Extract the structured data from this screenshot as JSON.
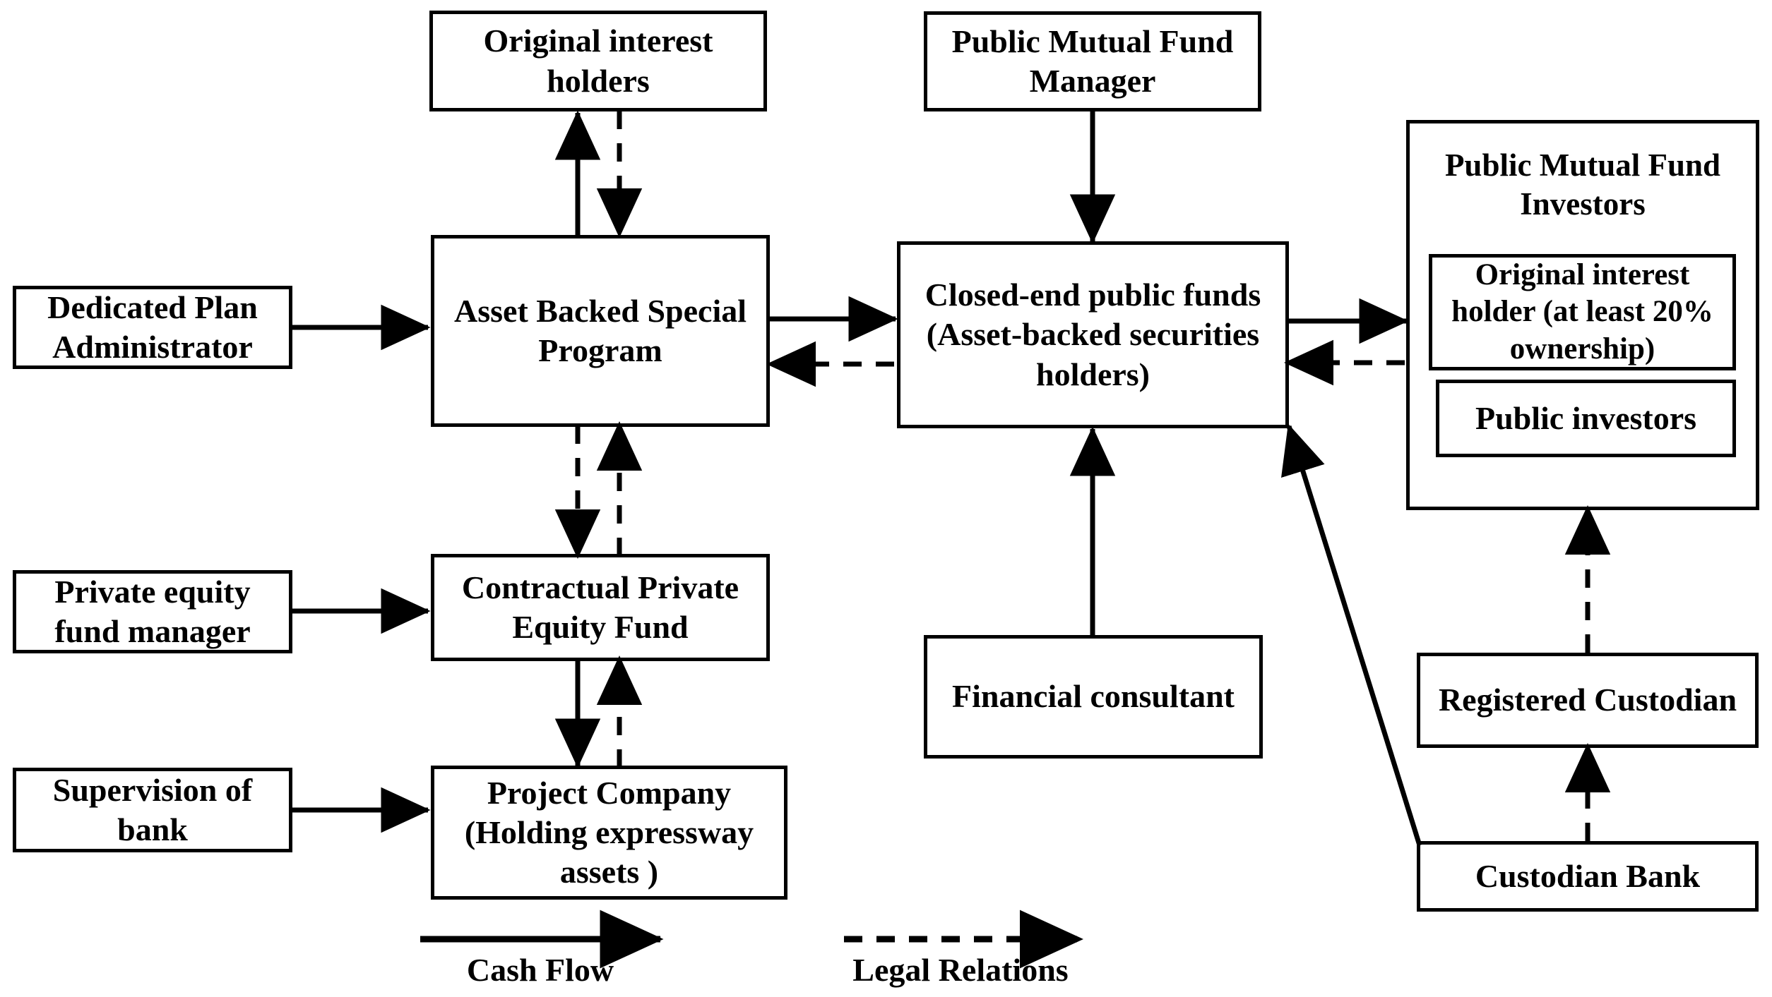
{
  "diagram": {
    "title": "Asset-backed securitization structure for expressway assets",
    "stroke_color": "#000000",
    "background_color": "#ffffff",
    "nodes": [
      {
        "id": "original-interest-holders",
        "label": "Original interest holders"
      },
      {
        "id": "dedicated-plan-administrator",
        "label": "Dedicated Plan Administrator"
      },
      {
        "id": "asset-backed-special-program",
        "label": "Asset Backed Special Program"
      },
      {
        "id": "private-equity-fund-manager",
        "label": "Private equity fund manager"
      },
      {
        "id": "contractual-private-equity-fund",
        "label": "Contractual Private Equity Fund"
      },
      {
        "id": "supervision-of-bank",
        "label": "Supervision of bank"
      },
      {
        "id": "project-company",
        "label": "Project Company (Holding expressway assets )"
      },
      {
        "id": "public-mutual-fund-manager",
        "label": "Public Mutual Fund Manager"
      },
      {
        "id": "closed-end-public-funds",
        "label": "Closed-end public funds (Asset-backed securities holders)"
      },
      {
        "id": "financial-consultant",
        "label": "Financial consultant"
      },
      {
        "id": "public-mutual-fund-investors",
        "label": "Public Mutual Fund Investors"
      },
      {
        "id": "original-interest-holder-20",
        "label": "Original interest holder (at least 20% ownership)"
      },
      {
        "id": "public-investors",
        "label": "Public investors"
      },
      {
        "id": "registered-custodian",
        "label": "Registered Custodian"
      },
      {
        "id": "custodian-bank",
        "label": "Custodian Bank"
      }
    ],
    "edges": [
      {
        "from": "asset-backed-special-program",
        "to": "original-interest-holders",
        "style": "solid",
        "direction": "up-source-down",
        "meaning": "cash-flow"
      },
      {
        "from": "original-interest-holders",
        "to": "asset-backed-special-program",
        "style": "dashed",
        "meaning": "legal-relations"
      },
      {
        "from": "dedicated-plan-administrator",
        "to": "asset-backed-special-program",
        "style": "solid",
        "meaning": "cash-flow"
      },
      {
        "from": "asset-backed-special-program",
        "to": "contractual-private-equity-fund",
        "style": "dashed",
        "meaning": "legal-relations"
      },
      {
        "from": "contractual-private-equity-fund",
        "to": "asset-backed-special-program",
        "style": "dashed",
        "meaning": "legal-relations"
      },
      {
        "from": "private-equity-fund-manager",
        "to": "contractual-private-equity-fund",
        "style": "solid",
        "meaning": "cash-flow"
      },
      {
        "from": "contractual-private-equity-fund",
        "to": "project-company",
        "style": "solid",
        "meaning": "cash-flow"
      },
      {
        "from": "project-company",
        "to": "contractual-private-equity-fund",
        "style": "dashed",
        "meaning": "legal-relations"
      },
      {
        "from": "supervision-of-bank",
        "to": "project-company",
        "style": "solid",
        "meaning": "cash-flow"
      },
      {
        "from": "asset-backed-special-program",
        "to": "closed-end-public-funds",
        "style": "solid",
        "meaning": "cash-flow"
      },
      {
        "from": "closed-end-public-funds",
        "to": "asset-backed-special-program",
        "style": "dashed",
        "meaning": "legal-relations"
      },
      {
        "from": "public-mutual-fund-manager",
        "to": "closed-end-public-funds",
        "style": "solid",
        "meaning": "cash-flow"
      },
      {
        "from": "financial-consultant",
        "to": "closed-end-public-funds",
        "style": "solid",
        "meaning": "cash-flow"
      },
      {
        "from": "closed-end-public-funds",
        "to": "public-mutual-fund-investors",
        "style": "solid",
        "meaning": "cash-flow"
      },
      {
        "from": "public-mutual-fund-investors",
        "to": "closed-end-public-funds",
        "style": "dashed",
        "meaning": "legal-relations"
      },
      {
        "from": "custodian-bank",
        "to": "closed-end-public-funds",
        "style": "solid",
        "meaning": "cash-flow"
      },
      {
        "from": "custodian-bank",
        "to": "registered-custodian",
        "style": "dashed",
        "meaning": "legal-relations"
      },
      {
        "from": "registered-custodian",
        "to": "public-mutual-fund-investors",
        "style": "dashed",
        "meaning": "legal-relations"
      }
    ]
  },
  "legend": {
    "items": [
      {
        "id": "cash-flow",
        "label": "Cash Flow",
        "style": "solid"
      },
      {
        "id": "legal-relations",
        "label": "Legal Relations",
        "style": "dashed"
      }
    ]
  }
}
